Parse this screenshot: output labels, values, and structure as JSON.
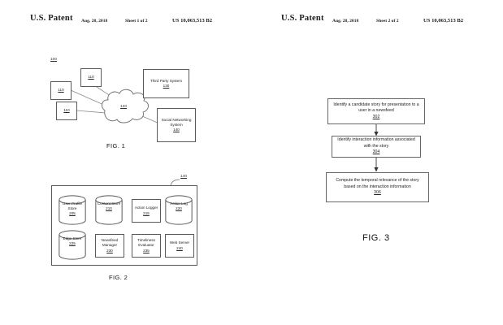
{
  "sheet1": {
    "header": {
      "title": "U.S. Patent",
      "date": "Aug. 28, 2018",
      "sheet": "Sheet 1 of 2",
      "patent_number": "US 10,063,513 B2"
    },
    "fig1": {
      "figure_ref": "100",
      "caption": "FIG. 1",
      "client_devices": [
        {
          "ref": "110"
        },
        {
          "ref": "110"
        },
        {
          "ref": "110"
        }
      ],
      "network": {
        "ref": "120",
        "shape": "cloud"
      },
      "third_party_system": {
        "label": "Third Party System",
        "ref": "130"
      },
      "social_networking_system": {
        "label": "Social Networking System",
        "ref": "140"
      }
    },
    "fig2": {
      "figure_ref": "140",
      "caption": "FIG. 2",
      "components": [
        {
          "label": "User Profile Store",
          "ref": "205",
          "shape": "cylinder"
        },
        {
          "label": "Content Store",
          "ref": "210",
          "shape": "cylinder"
        },
        {
          "label": "Action Logger",
          "ref": "215",
          "shape": "rect"
        },
        {
          "label": "Action Log",
          "ref": "220",
          "shape": "cylinder"
        },
        {
          "label": "Edge Store",
          "ref": "225",
          "shape": "cylinder"
        },
        {
          "label": "Newsfeed Manager",
          "ref": "230",
          "shape": "rect"
        },
        {
          "label": "Timeliness Evaluator",
          "ref": "235",
          "shape": "rect"
        },
        {
          "label": "Web Server",
          "ref": "240",
          "shape": "rect"
        }
      ]
    }
  },
  "sheet2": {
    "header": {
      "title": "U.S. Patent",
      "date": "Aug. 28, 2018",
      "sheet": "Sheet 2 of 2",
      "patent_number": "US 10,063,513 B2"
    },
    "fig3": {
      "caption": "FIG. 3",
      "steps": [
        {
          "text": "Identify a candidate story for presentation to a user in a newsfeed",
          "ref": "302"
        },
        {
          "text": "Identify interaction information associated with the story",
          "ref": "304"
        },
        {
          "text": "Compute the temporal relevance of the story based on the interaction information",
          "ref": "306"
        }
      ]
    }
  }
}
